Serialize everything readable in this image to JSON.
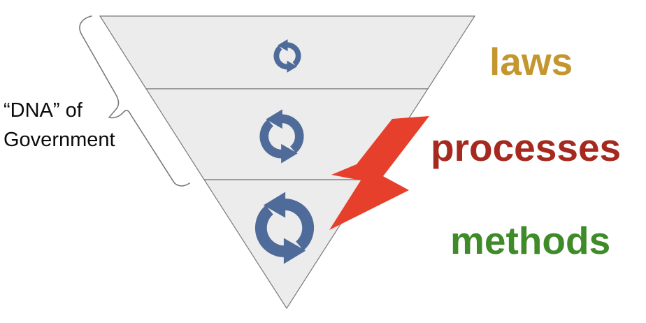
{
  "diagram": {
    "title_semantic": "inverted pyramid: DNA of Government",
    "bracket_label": {
      "line1": "“DNA” of",
      "line2": "Government"
    },
    "pyramid": {
      "fill_color": "#ECECEC",
      "border_color": "#7A7A7A",
      "levels": [
        {
          "label": "laws",
          "label_color": "#C3962F",
          "icon": "refresh-icon",
          "icon_size": "small"
        },
        {
          "label": "processes",
          "label_color": "#A5291E",
          "icon": "refresh-icon",
          "icon_size": "medium"
        },
        {
          "label": "methods",
          "label_color": "#3F8A29",
          "icon": "refresh-icon",
          "icon_size": "large"
        }
      ]
    },
    "refresh": {
      "color": "#4F6B99"
    },
    "bolt": {
      "color": "#E6402C"
    }
  }
}
